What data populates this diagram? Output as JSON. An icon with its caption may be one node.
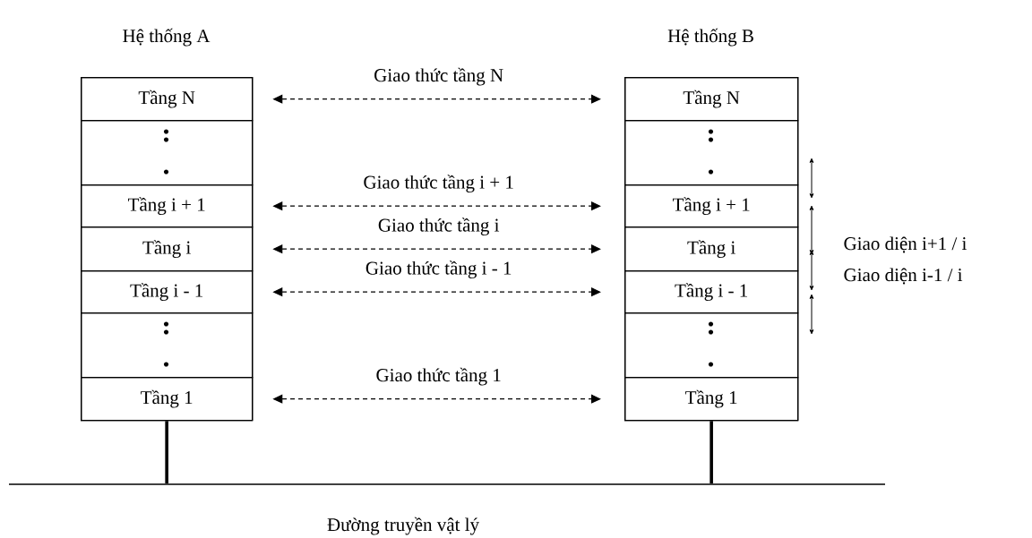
{
  "diagram": {
    "nodes": [
      {
        "text": [
          "Hệ thống A"
        ]
      },
      {
        "text": [
          "Tầng N"
        ],
        "in": 0
      },
      {
        "text": [],
        "shape": "box",
        "in": 0
      },
      {
        "text": [
          "Tầng i + 1"
        ],
        "in": 0
      },
      {
        "text": [
          "Tầng i"
        ],
        "in": 0
      },
      {
        "text": [
          "Tầng i - 1"
        ],
        "in": 0
      },
      {
        "text": [],
        "shape": "box",
        "in": 0
      },
      {
        "text": [
          "Tầng 1"
        ],
        "in": 0
      },
      {
        "text": [
          "Hệ thống B"
        ]
      },
      {
        "text": [
          "Tầng N"
        ],
        "in": 8
      },
      {
        "text": [],
        "shape": "box",
        "in": 8
      },
      {
        "text": [
          "Tầng i + 1"
        ],
        "in": 8
      },
      {
        "text": [
          "Tầng i"
        ],
        "in": 8
      },
      {
        "text": [
          "Tầng i - 1"
        ],
        "in": 8
      },
      {
        "text": [],
        "shape": "box",
        "in": 8
      },
      {
        "text": [
          "Tầng 1"
        ],
        "in": 8
      },
      {
        "text": [
          "Đường truyền vật lý"
        ]
      }
    ],
    "edges": [
      {
        "from": 1,
        "to": 9,
        "arrow": "both",
        "label": "Giao thức tầng N",
        "style": "dashed"
      },
      {
        "from": 3,
        "to": 11,
        "arrow": "both",
        "label": "Giao thức tầng  i + 1",
        "style": "dashed"
      },
      {
        "from": 4,
        "to": 12,
        "arrow": "both",
        "label": "Giao thức tầng  i",
        "style": "dashed"
      },
      {
        "from": 5,
        "to": 13,
        "arrow": "both",
        "label": "Giao thức tầng  i - 1",
        "style": "dashed"
      },
      {
        "from": 7,
        "to": 15,
        "arrow": "both",
        "label": "Giao thức tầng  1",
        "style": "dashed"
      },
      {
        "from": 0,
        "to": 16,
        "arrow": "none",
        "style": "thick"
      },
      {
        "from": 8,
        "to": 16,
        "arrow": "none",
        "style": "thick"
      }
    ],
    "labels": [
      "Giao diện i+1 / i",
      "Giao diện i-1 / i"
    ]
  }
}
